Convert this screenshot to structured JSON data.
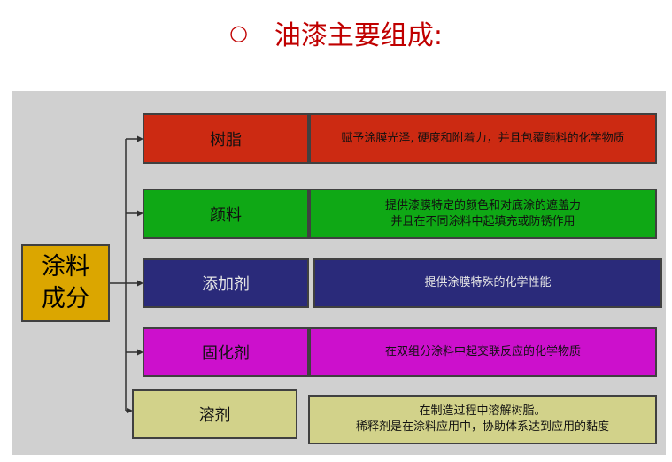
{
  "title": {
    "bullet": "○",
    "text": "油漆主要组成:"
  },
  "root": {
    "line1": "涂料",
    "line2": "成分"
  },
  "components": [
    {
      "label": "树脂",
      "desc": [
        "赋予涂膜光泽, 硬度和附着力，并且包覆颜料的化学物质"
      ],
      "color": "#cc2a12"
    },
    {
      "label": "颜料",
      "desc": [
        "提供漆膜特定的颜色和对底涂的遮盖力",
        "并且在不同涂料中起填充或防锈作用"
      ],
      "color": "#0fa815"
    },
    {
      "label": "添加剂",
      "desc": [
        "提供涂膜特殊的化学性能"
      ],
      "color": "#2a2a7a"
    },
    {
      "label": "固化剂",
      "desc": [
        "在双组分涂料中起交联反应的化学物质"
      ],
      "color": "#cc10cc"
    },
    {
      "label": "溶剂",
      "desc": [
        "在制造过程中溶解树脂。",
        "稀释剂是在涂料应用中，协助体系达到应用的黏度"
      ],
      "color": "#d2d28a"
    }
  ]
}
